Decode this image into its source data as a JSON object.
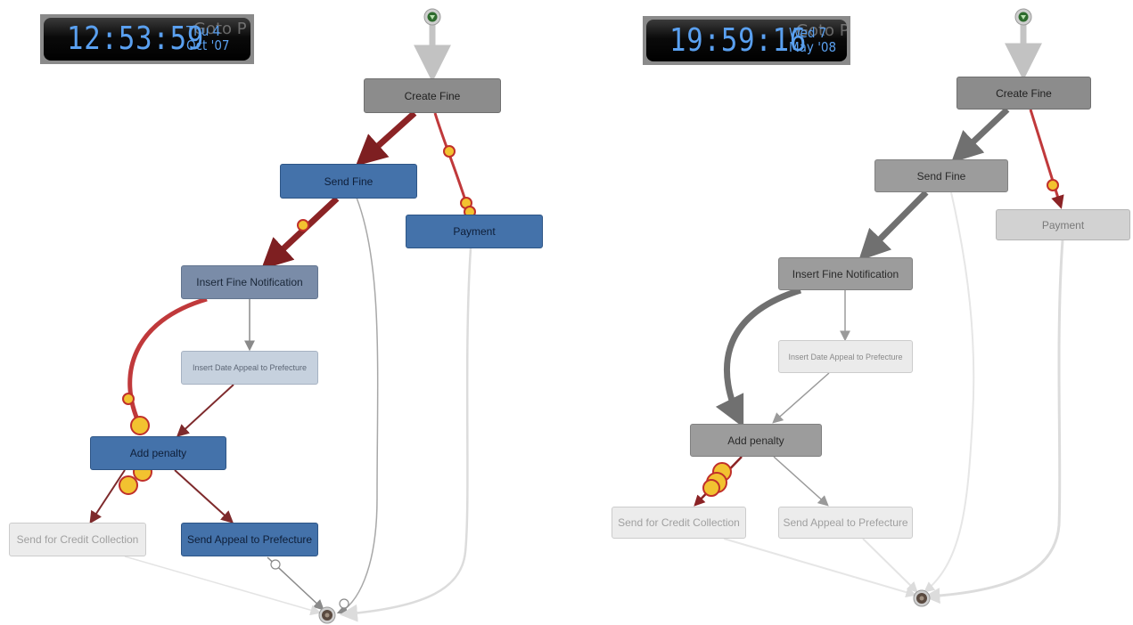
{
  "panels": [
    {
      "id": "left",
      "clock": {
        "time": "12:53:59",
        "day": "Thu 4",
        "date": "Oct '07",
        "overlay": "Goto P"
      },
      "nodes": {
        "create_fine": "Create Fine",
        "send_fine": "Send Fine",
        "payment": "Payment",
        "insert_fine_notification": "Insert Fine Notification",
        "insert_date_appeal": "Insert Date Appeal to Prefecture",
        "add_penalty": "Add penalty",
        "send_credit": "Send for Credit Collection",
        "send_appeal": "Send Appeal to Prefecture"
      }
    },
    {
      "id": "right",
      "clock": {
        "time": "19:59:16",
        "day": "Wed 7",
        "date": "May '08",
        "overlay": "Goto P"
      },
      "nodes": {
        "create_fine": "Create Fine",
        "send_fine": "Send Fine",
        "payment": "Payment",
        "insert_fine_notification": "Insert Fine Notification",
        "insert_date_appeal": "Insert Date Appeal to Prefecture",
        "add_penalty": "Add penalty",
        "send_credit": "Send for Credit Collection",
        "send_appeal": "Send Appeal to Prefecture"
      }
    }
  ],
  "colors": {
    "token_fill": "#f2c230",
    "token_stroke": "#c0302a",
    "active_arc": "#c0393b",
    "dark_arc": "#8b2325",
    "start_event": "#2e6b2e",
    "end_event": "#5a4a40"
  }
}
